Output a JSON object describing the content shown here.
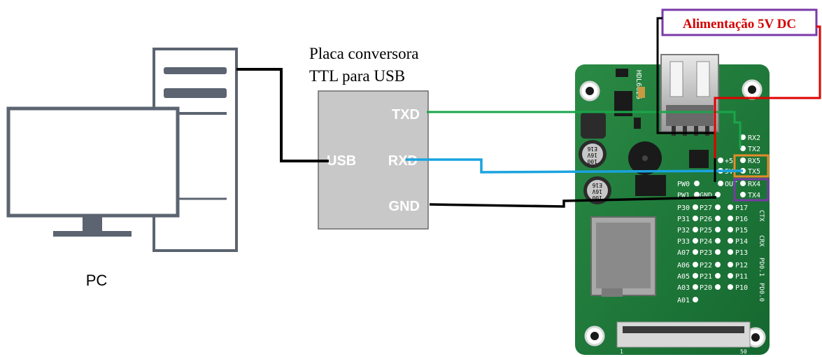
{
  "pc": {
    "label": "PC"
  },
  "converter": {
    "title_line1": "Placa conversora",
    "title_line2": "TTL para USB",
    "pin_txd": "TXD",
    "pin_rxd": "RXD",
    "pin_gnd": "GND",
    "pin_usb": "USB"
  },
  "power": {
    "label": "Alimentação 5V DC"
  },
  "board": {
    "chip_text": "HDL6625",
    "cap_text": [
      "100",
      "16V",
      "E16"
    ],
    "pins_right": [
      "RX2",
      "TX2",
      "RX5",
      "TX5",
      "RX4",
      "TX4"
    ],
    "pins_mid": [
      "+5",
      "5V",
      "OUT",
      "GND"
    ],
    "pins_left_top": [
      "PW0",
      "PW1"
    ],
    "pins_col1": [
      "P30",
      "P31",
      "P32",
      "P33",
      "A07",
      "A06",
      "A05",
      "A03",
      "A01"
    ],
    "pins_col2": [
      "P27",
      "P26",
      "P25",
      "P24",
      "P23",
      "P22",
      "P21",
      "P20"
    ],
    "pins_col3": [
      "P17",
      "P16",
      "P15",
      "P14",
      "P13",
      "P12",
      "P11",
      "P10"
    ],
    "side_labels": [
      "CTX",
      "CRX",
      "PD0.1",
      "PD0.0"
    ],
    "fpc_marks": [
      "1",
      "50"
    ]
  },
  "colors": {
    "txd_wire": "#1aa64a",
    "rxd_wire": "#1aa3e0",
    "gnd_wire": "#000000",
    "power_wire": "#e00000",
    "power_label_text": "#d40000",
    "power_box": "#7a3aa8",
    "tx5_box": "#e88a2a",
    "tx4_box": "#7a3aa8",
    "pcb_green": "#1e7a38",
    "converter_gray": "#c8c8c8"
  }
}
